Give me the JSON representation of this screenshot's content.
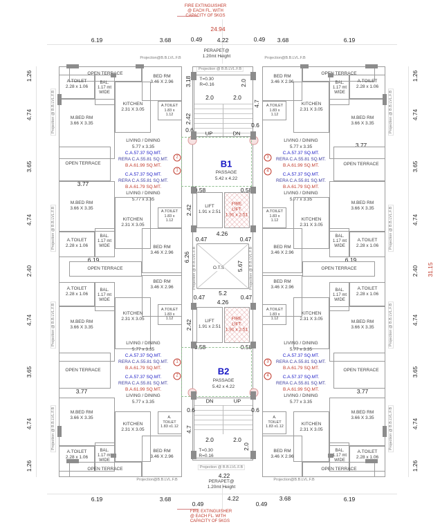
{
  "notes": {
    "fire_extinguisher": "FIRE EXTINGUISHER\n@ EACH FL. WITH\nCAPACITY OF 5KGS",
    "perapet": "PERAPET@\n1.20mt Height",
    "projection_at": "Projection @ B.B.LVL.F.B",
    "projection": "Projection@B.B.LVL.F.B",
    "tread_riser": "T=0.30\nR=0.16",
    "up": "UP",
    "dn": "DN"
  },
  "totals": {
    "width": "24.94",
    "height": "31.15"
  },
  "dims": {
    "d047": "0.47",
    "d049": "0.49",
    "d058": "0.58",
    "d06": "0.6",
    "d126": "1.26",
    "d20": "2.0",
    "d240": "2.40",
    "d242": "2.42",
    "d318": "3.18",
    "d365": "3.65",
    "d368": "3.68",
    "d377": "3.77",
    "d422": "4.22",
    "d426": "4.26",
    "d47": "4.7",
    "d474": "4.74",
    "d52": "5.2",
    "d567": "5.67",
    "d619": "6.19",
    "d626": "6.26"
  },
  "rooms": {
    "open_terrace": "OPEN TERRACE",
    "a_toilet_wide": "A.TOILET\n2.28 x 1.06",
    "balcony": "BAL.\n1.17 mt\nWIDE",
    "m_bed": "M.BED RM\n3.66 X 3.35",
    "kitchen": "KITCHEN\n2.31 X 3.05",
    "bed": "BED RM\n3.46 X 2.96",
    "a_toilet_small": "A.TOILET\n1.83 x\n1.12",
    "a_toilet_small2": "A.\nTOILET\n1.83 x1.12",
    "lift": "LIFT\n1.91 x 2.51",
    "fire_lift": "FIRE\nLIFT\n1.91 x 2.51",
    "ots": "O.T.S",
    "passage": "PASSAGE",
    "passage_size": "5.42 x 4.22"
  },
  "units": {
    "b1": "B1",
    "b2": "B2"
  },
  "living": {
    "name": "LIVING / DINING",
    "size": "5.77 x 3.35",
    "ca": "C.A.57.37 SQ.MT.",
    "rera": "RERA C.A.55.81 SQ.MT.",
    "ba_upper": "B.A.61.99 SQ.MT.",
    "ba_lower": "B.A.61.79 SQ.MT."
  },
  "markers": {
    "m1": "1",
    "m2": "2",
    "m3": "3",
    "m4": "4"
  },
  "colors": {
    "red": "#c0392b",
    "blue": "#1515c4",
    "rera": "#3a3a9e",
    "wall": "#8c8c8c",
    "green": "#8fbf8f"
  }
}
